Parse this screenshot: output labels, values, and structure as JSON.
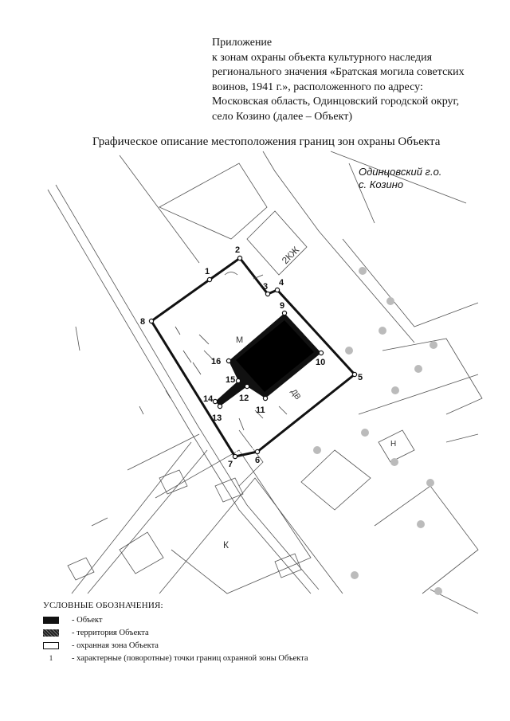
{
  "header": {
    "lines": [
      "Приложение",
      "к зонам охраны объекта культурного наследия",
      "регионального значения «Братская могила советских",
      "воинов, 1941 г.», расположенного по адресу:",
      "Московская область, Одинцовский городской округ,",
      "село Козино (далее – Объект)"
    ]
  },
  "map_title": "Графическое описание местоположения границ зон охраны Объекта",
  "map": {
    "place_label_1": "Одинцовский г.о.",
    "place_label_2": "с. Козино",
    "building_label": "2КЖ",
    "label_dv": "ДВ",
    "label_m": "М",
    "label_k": "К",
    "label_h": "Н",
    "point_labels": [
      "1",
      "2",
      "3",
      "4",
      "5",
      "6",
      "7",
      "8",
      "9",
      "10",
      "11",
      "12",
      "13",
      "14",
      "15",
      "16"
    ]
  },
  "legend": {
    "heading": "УСЛОВНЫЕ ОБОЗНАЧЕНИЯ:",
    "items": [
      {
        "symbol": "",
        "label": "- Объект"
      },
      {
        "symbol": "",
        "label": "- территория Объекта"
      },
      {
        "symbol": "",
        "label": "- охранная зона Объекта"
      },
      {
        "symbol": "1",
        "label": "- характерные (поворотные) точки границ охранной зоны Объекта"
      }
    ]
  }
}
